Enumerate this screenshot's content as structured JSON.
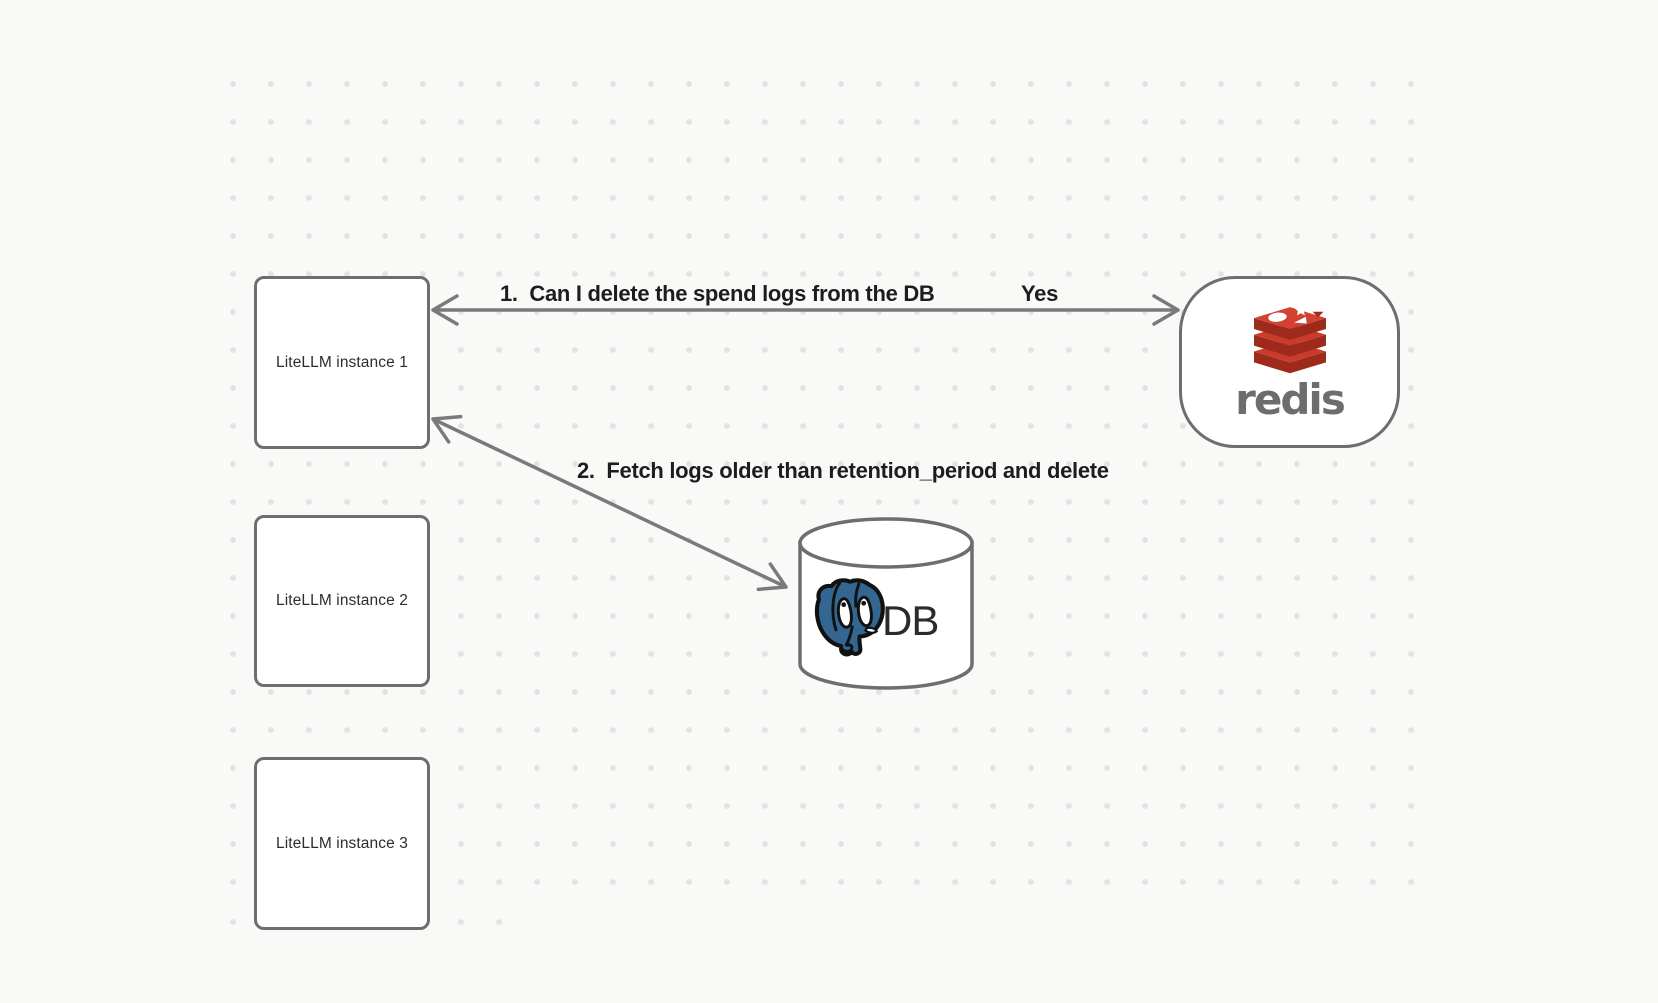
{
  "diagram": {
    "instances": [
      {
        "label": "LiteLLM instance 1"
      },
      {
        "label": "LiteLLM instance 2"
      },
      {
        "label": "LiteLLM instance 3"
      }
    ],
    "redis": {
      "wordmark": "redis"
    },
    "db": {
      "label": "DB"
    },
    "arrows": {
      "spend_log_query": {
        "label": "1.  Can I delete the spend logs from the DB",
        "response": "Yes"
      },
      "fetch_and_delete": {
        "label": "2.  Fetch logs older than retention_period and delete"
      }
    }
  },
  "colors": {
    "background": "#f9f9f8",
    "grid_dot": "#e2e2e2",
    "shape_border": "#6e6e6e",
    "arrow": "#7a7a7a",
    "node_text": "#2d2d2d",
    "label_text": "#1d1d1d",
    "redis_red": "#c93b2b",
    "redis_dark_red": "#9e2a1b",
    "redis_wordmark_gray": "#6d6d6d",
    "postgres_blue": "#336791"
  }
}
